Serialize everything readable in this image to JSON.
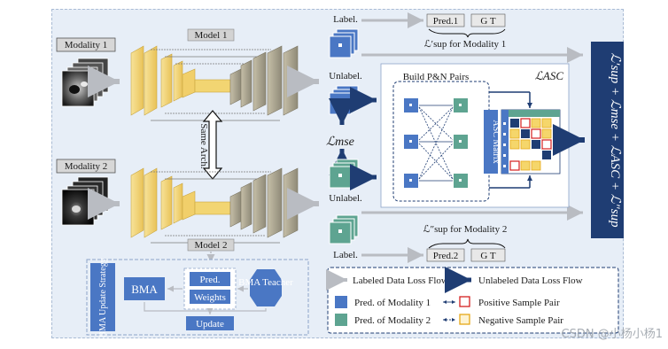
{
  "models": {
    "model1_label": "Model 1",
    "model2_label": "Model 2",
    "same_arch_label": "Same Arch."
  },
  "modalities": {
    "modality1_label": "Modality 1",
    "modality2_label": "Modality 2"
  },
  "labels": {
    "label_top": "Label.",
    "unlabel_top": "Unlabel.",
    "unlabel_bottom": "Unlabel.",
    "label_bottom": "Label.",
    "lmse": "ℒmse",
    "pred1": "Pred.1",
    "gt_top": "G T",
    "pred2": "Pred.2",
    "gt_bottom": "G T",
    "lsup_mod1": "ℒ′sup for Modality 1",
    "lsup_mod2": "ℒ″sup for Modality 2"
  },
  "asc": {
    "title": "ℒASC",
    "pairs_label": "Build P&N Pairs",
    "matrix_label": "ASC Matrix"
  },
  "total_loss": "ℒ′sup + ℒmse + ℒASC + ℒ″sup",
  "bma": {
    "strategy_label": "BMA Update Strategy",
    "bma_label": "BMA",
    "pred_label": "Pred.",
    "weights_label": "Weights",
    "teacher_label": "BMA Teacher",
    "update_label": "Update"
  },
  "legend": {
    "labeled_flow": "Labeled Data Loss Flow",
    "unlabeled_flow": "Unlabeled Data Loss Flow",
    "pred_mod1": "Pred. of Modality 1",
    "pred_mod2": "Pred. of Modality 2",
    "positive_pair": "Positive Sample Pair",
    "negative_pair": "Negative Sample Pair"
  },
  "watermark": "CSDN @小杨小杨1",
  "colors": {
    "panel_bg": "#e7eef7",
    "blue_box": "#4a77c4",
    "green_box": "#5ea491",
    "dark_arrow": "#1f3d73",
    "yellow_net": "#f3d775",
    "gray_net": "#a8a08a",
    "positive": "#d41f1f",
    "negative": "#e6a817"
  }
}
